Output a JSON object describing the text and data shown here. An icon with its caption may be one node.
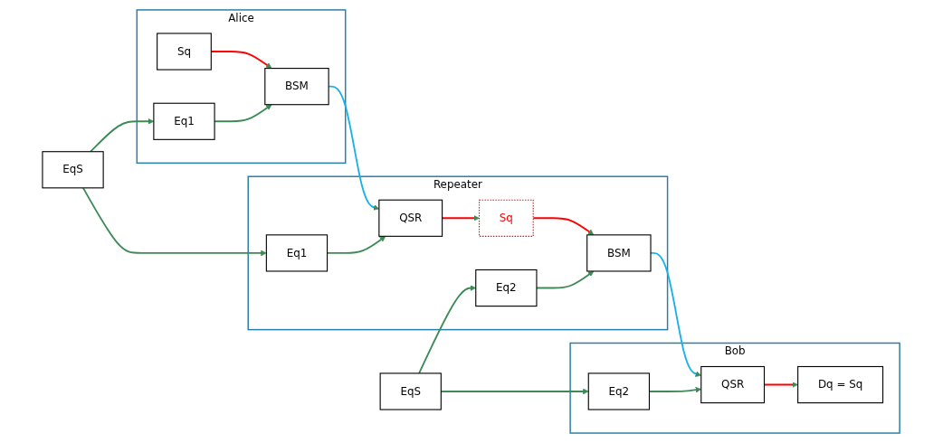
{
  "diagram": {
    "nodes": [
      {
        "text": [
          "Alice"
        ]
      },
      {
        "text": [
          "Sq"
        ],
        "in": 0
      },
      {
        "text": [
          "BSM"
        ],
        "in": 0
      },
      {
        "text": [
          "Eq1"
        ],
        "in": 0
      },
      {
        "text": [
          "Repeater"
        ]
      },
      {
        "text": [
          "Sq"
        ],
        "in": 4
      },
      {
        "text": [
          "QSR"
        ],
        "in": 4
      },
      {
        "text": [
          "BSM"
        ],
        "in": 4
      },
      {
        "text": [
          "Eq1"
        ],
        "in": 4
      },
      {
        "text": [
          "Eq2"
        ],
        "in": 4
      },
      {
        "text": [
          "Bob"
        ]
      },
      {
        "text": [
          "Dq = Sq"
        ],
        "in": 10
      },
      {
        "text": [
          "QSR"
        ],
        "in": 10
      },
      {
        "text": [
          "Eq2"
        ],
        "in": 10
      },
      {
        "text": [
          "EqS"
        ]
      },
      {
        "text": [
          "EqS"
        ]
      }
    ],
    "edges": [
      {
        "from": 1,
        "to": 2,
        "arrow": "to",
        "color": "#ff0000"
      },
      {
        "from": 3,
        "to": 2,
        "arrow": "to"
      },
      {
        "from": 2,
        "to": 6,
        "arrow": "to",
        "color": "#1ab0e8"
      },
      {
        "from": 6,
        "to": 5,
        "arrow": "to",
        "color": "#ff0000"
      },
      {
        "from": 5,
        "to": 7,
        "arrow": "to",
        "color": "#ff0000"
      },
      {
        "from": 8,
        "to": 6,
        "arrow": "to"
      },
      {
        "from": 9,
        "to": 7,
        "arrow": "to"
      },
      {
        "from": 7,
        "to": 12,
        "arrow": "to",
        "color": "#1ab0e8"
      },
      {
        "from": 12,
        "to": 11,
        "arrow": "to",
        "color": "#ff0000"
      },
      {
        "from": 13,
        "to": 12,
        "arrow": "to"
      },
      {
        "from": 14,
        "to": 3,
        "arrow": "to"
      },
      {
        "from": 14,
        "to": 8,
        "arrow": "to"
      },
      {
        "from": 15,
        "to": 9,
        "arrow": "to"
      },
      {
        "from": 15,
        "to": 13,
        "arrow": "to"
      }
    ]
  }
}
